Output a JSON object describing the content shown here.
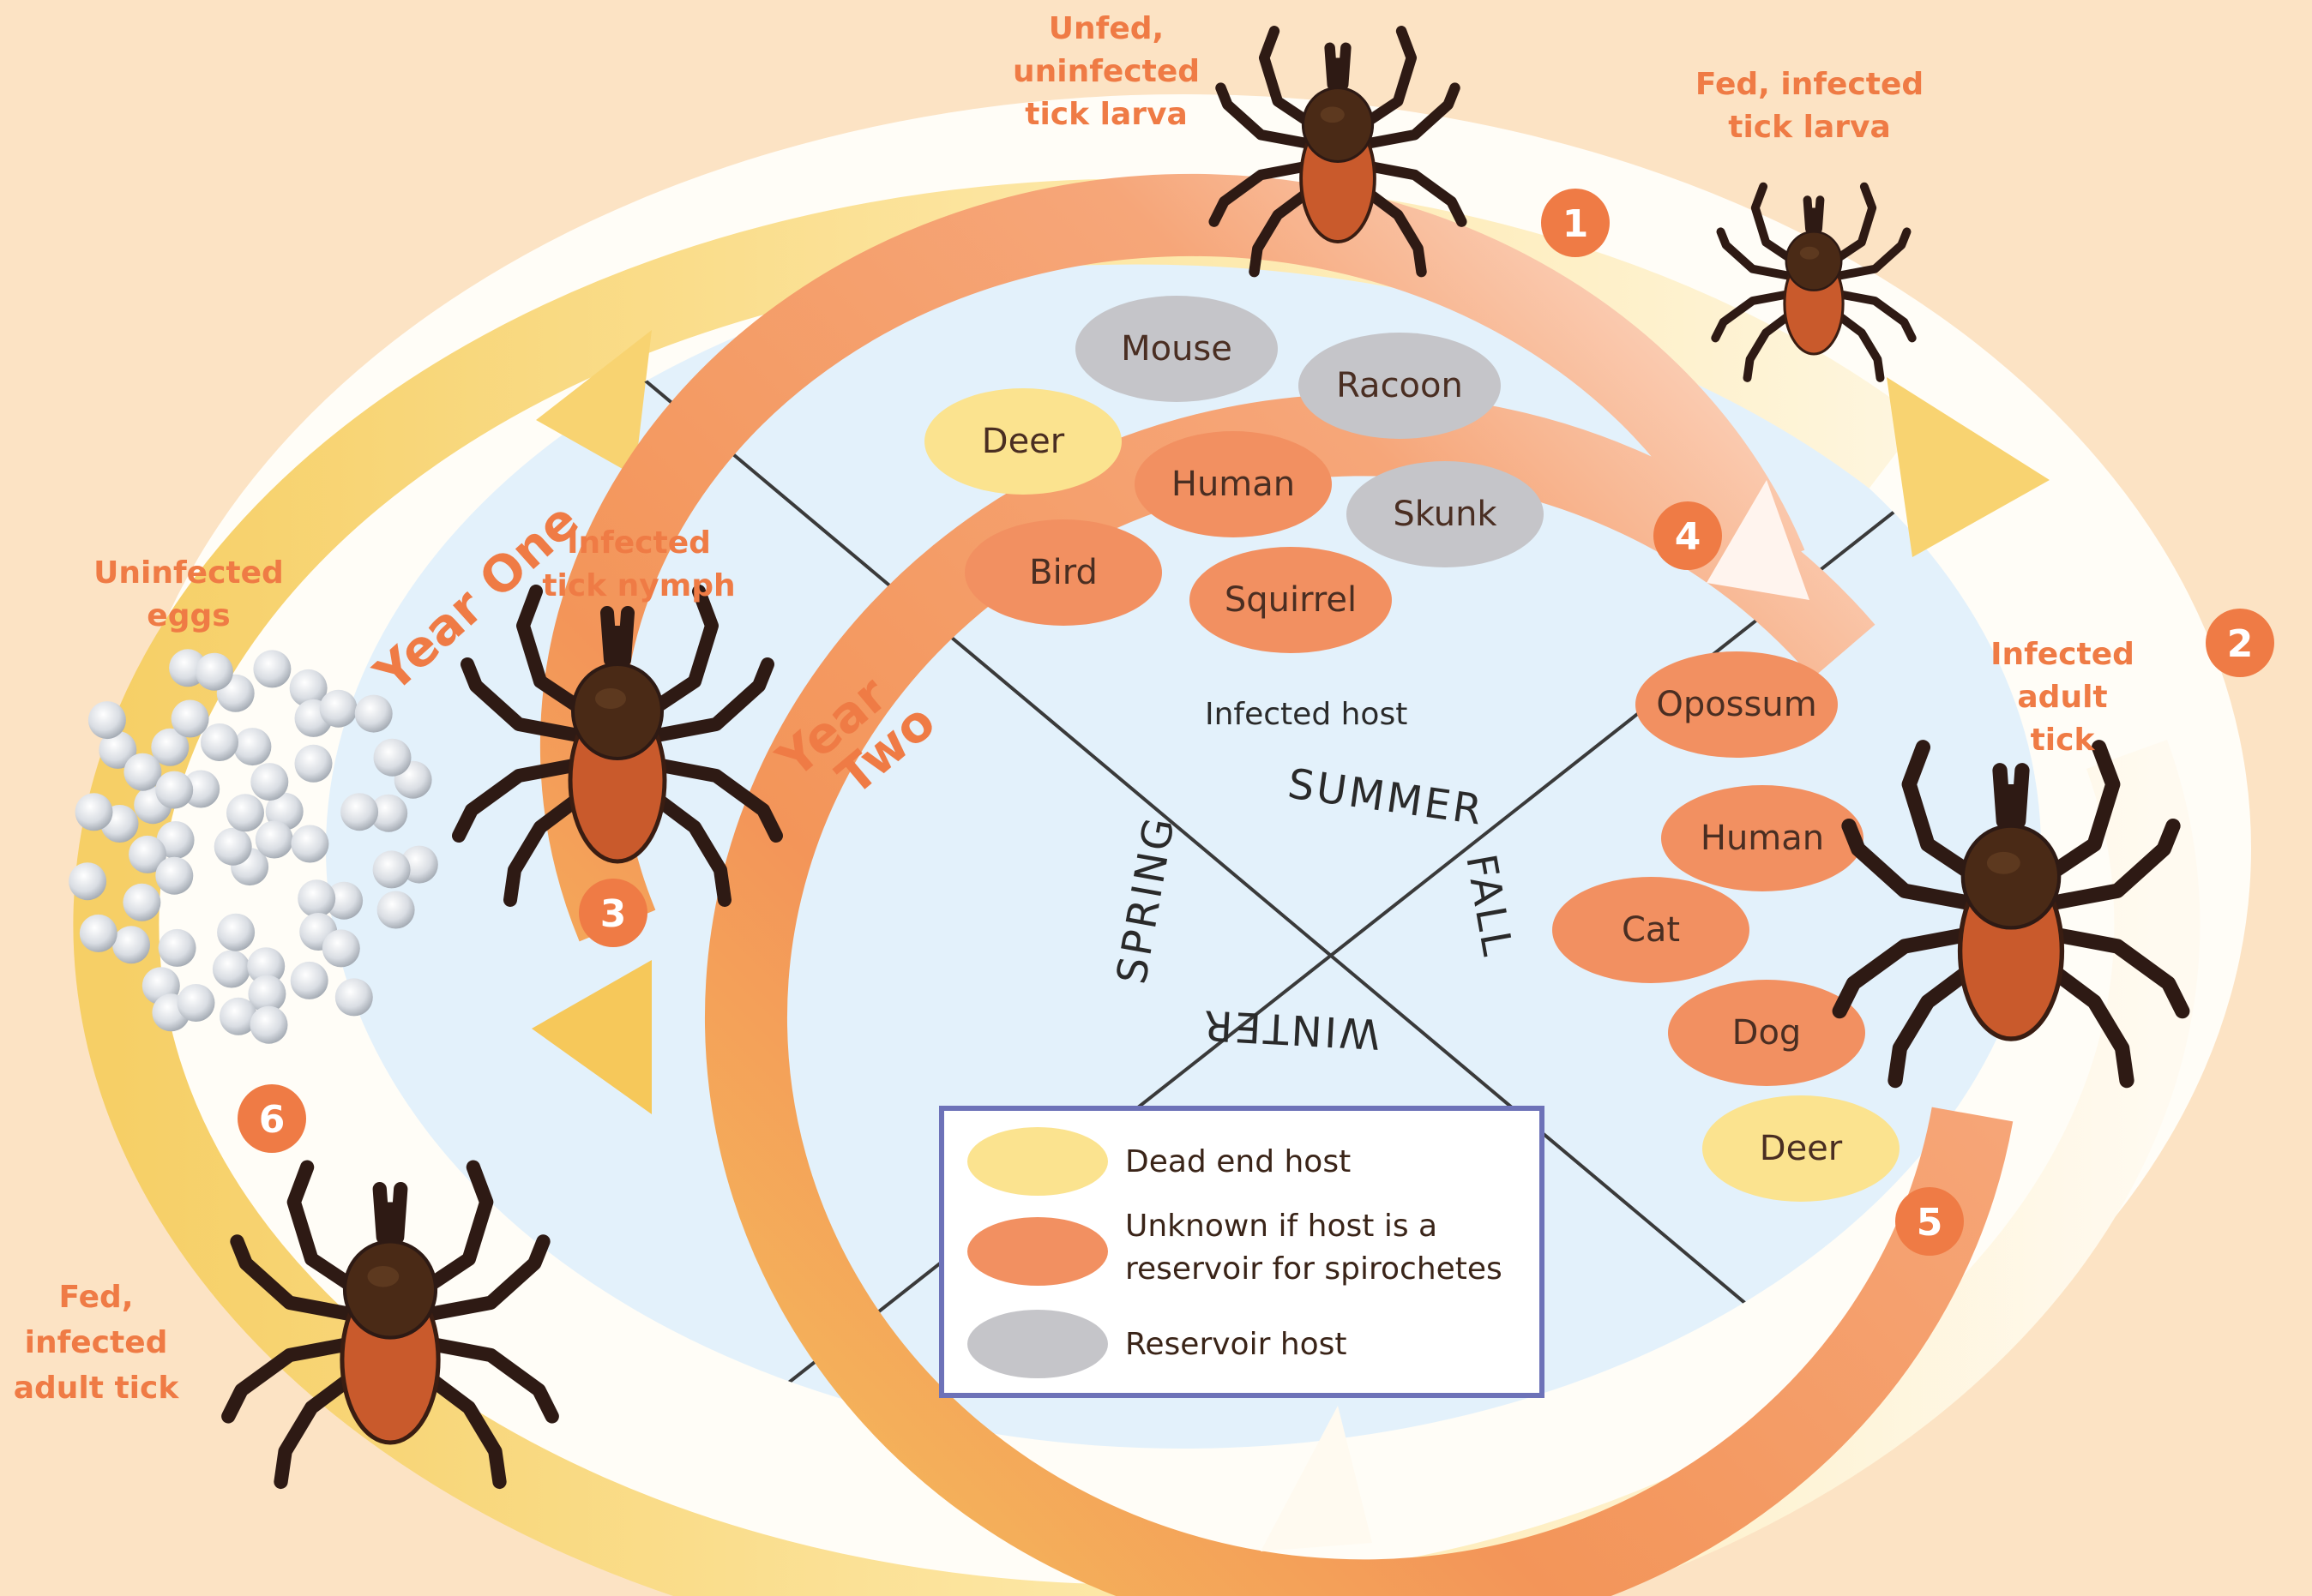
{
  "colors": {
    "background": "#fce3c4",
    "inner": "#e3f1fb",
    "dead_end": "#fbe38f",
    "unknown": "#f29061",
    "reservoir": "#c5c5c9",
    "label_orange": "#ef7b45",
    "tick_body": "#c95a2c",
    "tick_legs": "#2e1a14"
  },
  "stage_labels": {
    "unfed_larva": [
      "Unfed,",
      "uninfected",
      "tick larva"
    ],
    "fed_larva": [
      "Fed, infected",
      "tick larva"
    ],
    "uninfected_eggs": [
      "Uninfected",
      "eggs"
    ],
    "infected_nymph": [
      "Infected",
      "tick nymph"
    ],
    "infected_adult": [
      "Infected",
      "adult",
      "tick"
    ],
    "fed_adult": [
      "Fed,",
      "infected",
      "adult tick"
    ]
  },
  "years": {
    "one": "Year One",
    "two_line1": "Year",
    "two_line2": "Two"
  },
  "steps": [
    "1",
    "2",
    "3",
    "4",
    "5",
    "6"
  ],
  "seasons": {
    "summer": "SUMMER",
    "fall": "FALL",
    "winter": "WINTER",
    "spring": "SPRING"
  },
  "center_label": "Infected host",
  "summer_hosts": {
    "mouse": "Mouse",
    "racoon": "Racoon",
    "deer": "Deer",
    "human": "Human",
    "skunk": "Skunk",
    "bird": "Bird",
    "squirrel": "Squirrel"
  },
  "fall_hosts": {
    "opossum": "Opossum",
    "human": "Human",
    "cat": "Cat",
    "dog": "Dog",
    "deer": "Deer"
  },
  "legend": {
    "dead_end": "Dead end host",
    "unknown_line1": "Unknown if host is a",
    "unknown_line2": "reservoir for spirochetes",
    "reservoir": "Reservoir host"
  }
}
